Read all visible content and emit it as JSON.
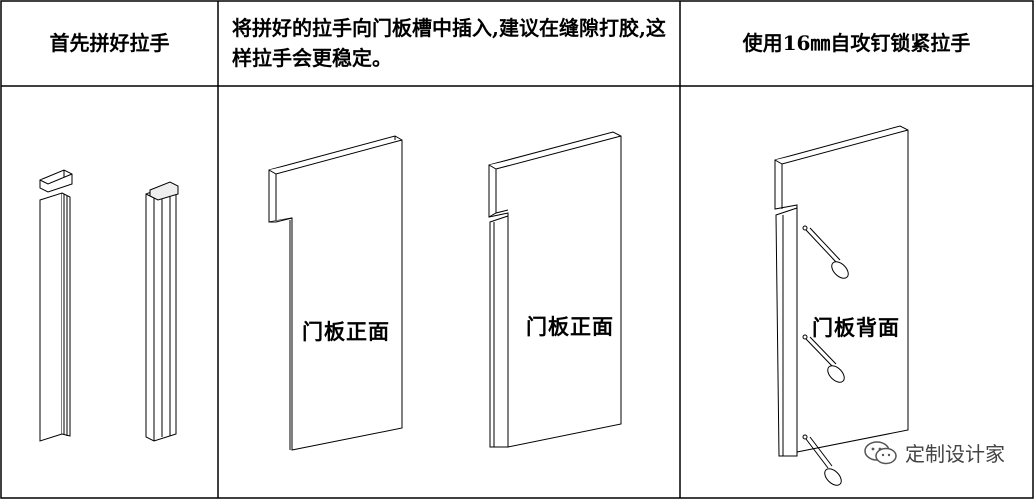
{
  "columns": [
    {
      "instruction": "首先拼好拉手"
    },
    {
      "instruction": "将拼好的拉手向门板槽中插入,建议在缝隙打胶,这样拉手会更稳定。"
    },
    {
      "instruction": "使用16㎜自攻钉锁紧拉手"
    }
  ],
  "panel_labels": {
    "front_1": "门板正面",
    "front_2": "门板正面",
    "back": "门板背面"
  },
  "watermark": {
    "icon": "wechat-logo-icon",
    "text": "定制设计家"
  }
}
